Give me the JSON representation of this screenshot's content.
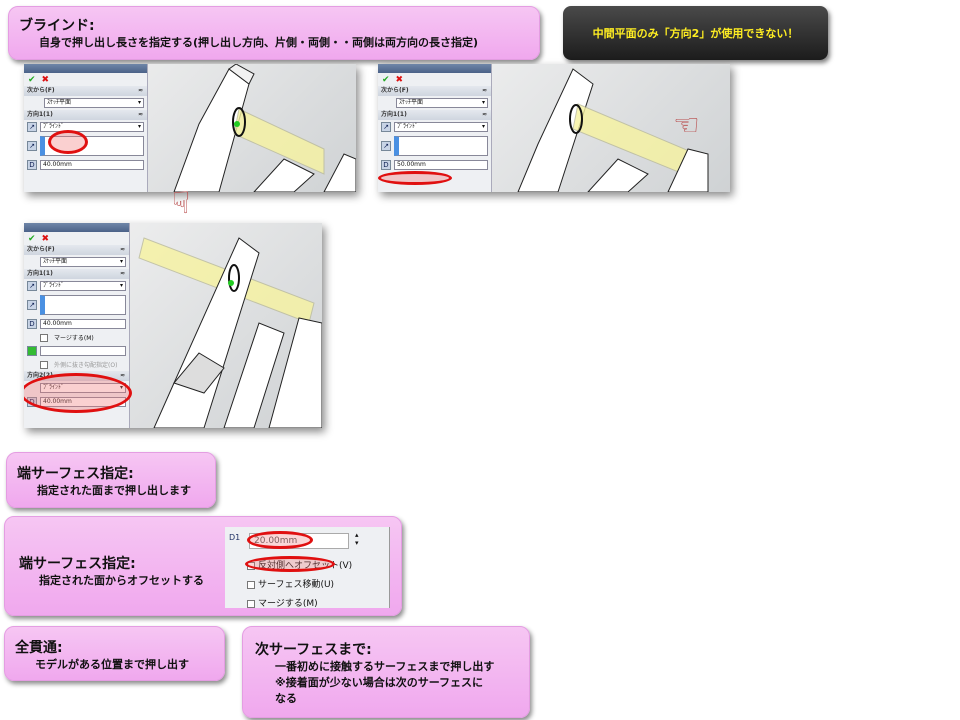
{
  "blind": {
    "title": "ブラインド:",
    "desc": "自身で押し出し長さを指定する(押し出し方向、片側・両側・・両側は両方向の長さ指定)"
  },
  "note": "中間平面のみ「方向2」が使用できない！",
  "panel": {
    "ok": "✔",
    "cancel": "✖",
    "from_label": "次から(F)",
    "from_value": "ｽｹｯﾁ平面",
    "dir1_label": "方向1(1)",
    "dir2_label": "方向2(2)",
    "end_condition": "ﾌﾞﾗｲﾝﾄﾞ",
    "depth1": "40.00mm",
    "depth2": "50.00mm",
    "depth3": "40.00mm",
    "depth3b": "40.00mm",
    "merge": "マージする(M)",
    "draft": "外側に抜き勾配指定(O)"
  },
  "up_to_surface": {
    "title": "端サーフェス指定:",
    "desc": "指定された面まで押し出します"
  },
  "offset_surface": {
    "title": "端サーフェス指定:",
    "desc": "指定された面からオフセットする",
    "offset_value": "20.00mm",
    "reverse_offset": "反対側へオフセット(V)",
    "translate_surface": "サーフェス移動(U)",
    "merge": "マージする(M)"
  },
  "through_all": {
    "title": "全貫通:",
    "desc": "モデルがある位置まで押し出す"
  },
  "up_to_next": {
    "title": "次サーフェスまで:",
    "desc1": "一番初めに接触するサーフェスまで押し出す",
    "desc2": "※接着面が少ない場合は次のサーフェスに",
    "desc3": "なる"
  }
}
